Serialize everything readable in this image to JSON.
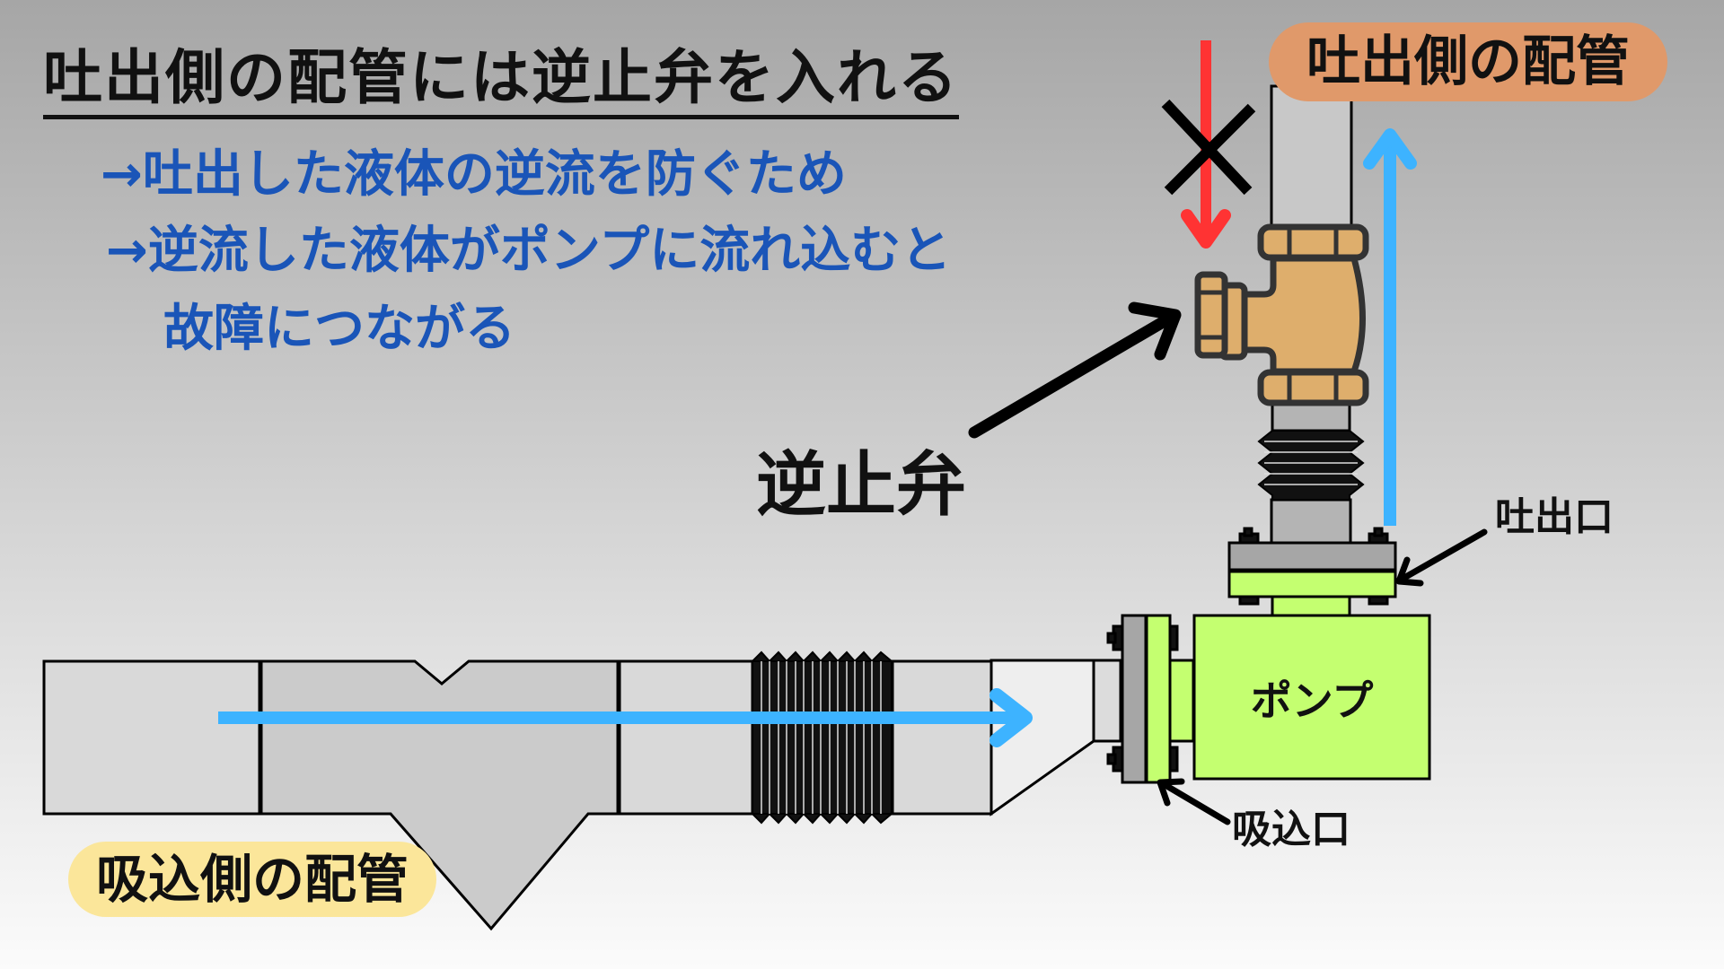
{
  "title": "吐出側の配管には逆止弁を入れる",
  "bullets": [
    "→吐出した液体の逆流を防ぐため",
    "→逆流した液体がポンプに流れ込むと",
    "故障につながる"
  ],
  "labels": {
    "discharge_piping": "吐出側の配管",
    "suction_piping": "吸込側の配管",
    "check_valve": "逆止弁",
    "outlet": "吐出口",
    "inlet": "吸込口",
    "pump": "ポンプ"
  },
  "colors": {
    "title_text": "#111111",
    "bullet_text": "#1a55b8",
    "discharge_badge": "#e0996a",
    "suction_badge": "#fbe69a",
    "flow_arrow": "#3db3ff",
    "backflow_arrow": "#ff3333",
    "pump_body": "#c4ff70",
    "valve_body": "#deae6c",
    "pipe": "#d8d8d8"
  },
  "icons": {
    "backflow": "red-down-arrow",
    "blocked": "x-mark",
    "flow_up": "blue-up-arrow",
    "flow_right": "blue-right-arrow"
  }
}
